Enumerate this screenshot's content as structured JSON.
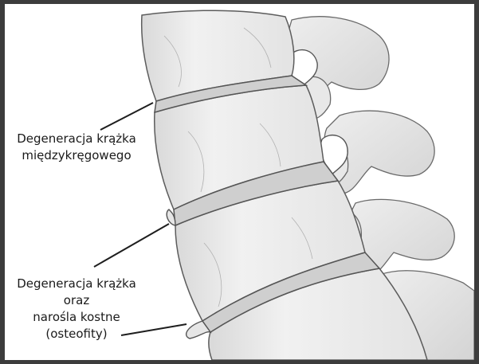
{
  "labels": [
    {
      "lines": [
        "Degeneracja krążka",
        "międzykręgowego"
      ]
    },
    {
      "lines": [
        "Degeneracja krążka",
        "oraz",
        "narośla kostne",
        "(osteofity)"
      ]
    }
  ]
}
